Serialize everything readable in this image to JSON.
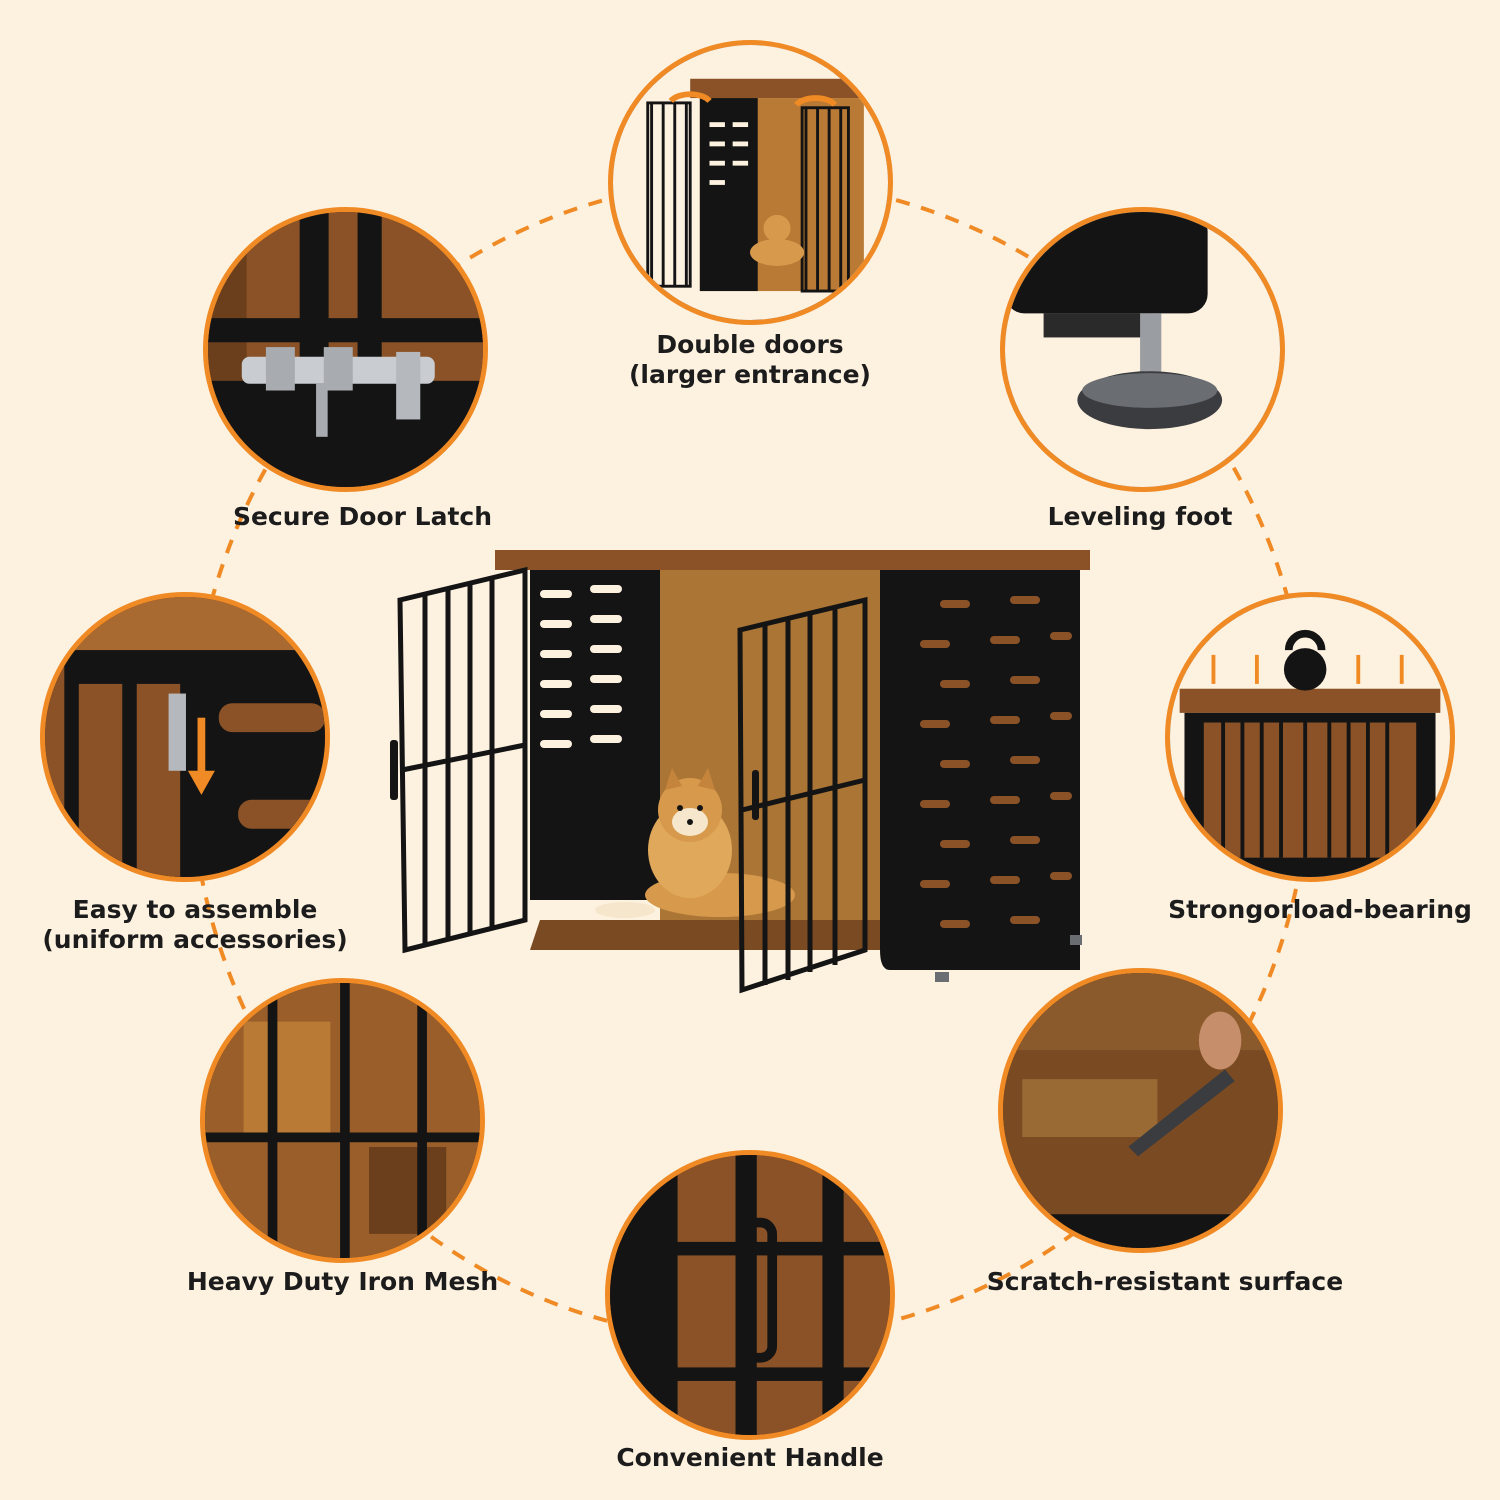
{
  "theme": {
    "background": "#fdf1e0",
    "accent": "#f08a24",
    "metal": "#141414",
    "wood": "#8a5226"
  },
  "features": {
    "double_doors": {
      "line1": "Double doors",
      "line2": "(larger entrance)",
      "icon": "double-door-icon"
    },
    "latch": {
      "line1": "Secure Door Latch",
      "icon": "door-latch-icon"
    },
    "leveling": {
      "line1": "Leveling foot",
      "icon": "leveling-foot-icon"
    },
    "assemble": {
      "line1": "Easy to assemble",
      "line2": "(uniform accessories)",
      "icon": "hinge-assembly-icon"
    },
    "load": {
      "line1": "Strongorload-bearing",
      "icon": "kettlebell-icon"
    },
    "mesh": {
      "line1": "Heavy Duty Iron Mesh",
      "icon": "iron-mesh-icon"
    },
    "scratch": {
      "line1": "Scratch-resistant surface",
      "icon": "scratch-knife-icon"
    },
    "handle": {
      "line1": "Convenient Handle",
      "icon": "door-handle-icon"
    }
  }
}
